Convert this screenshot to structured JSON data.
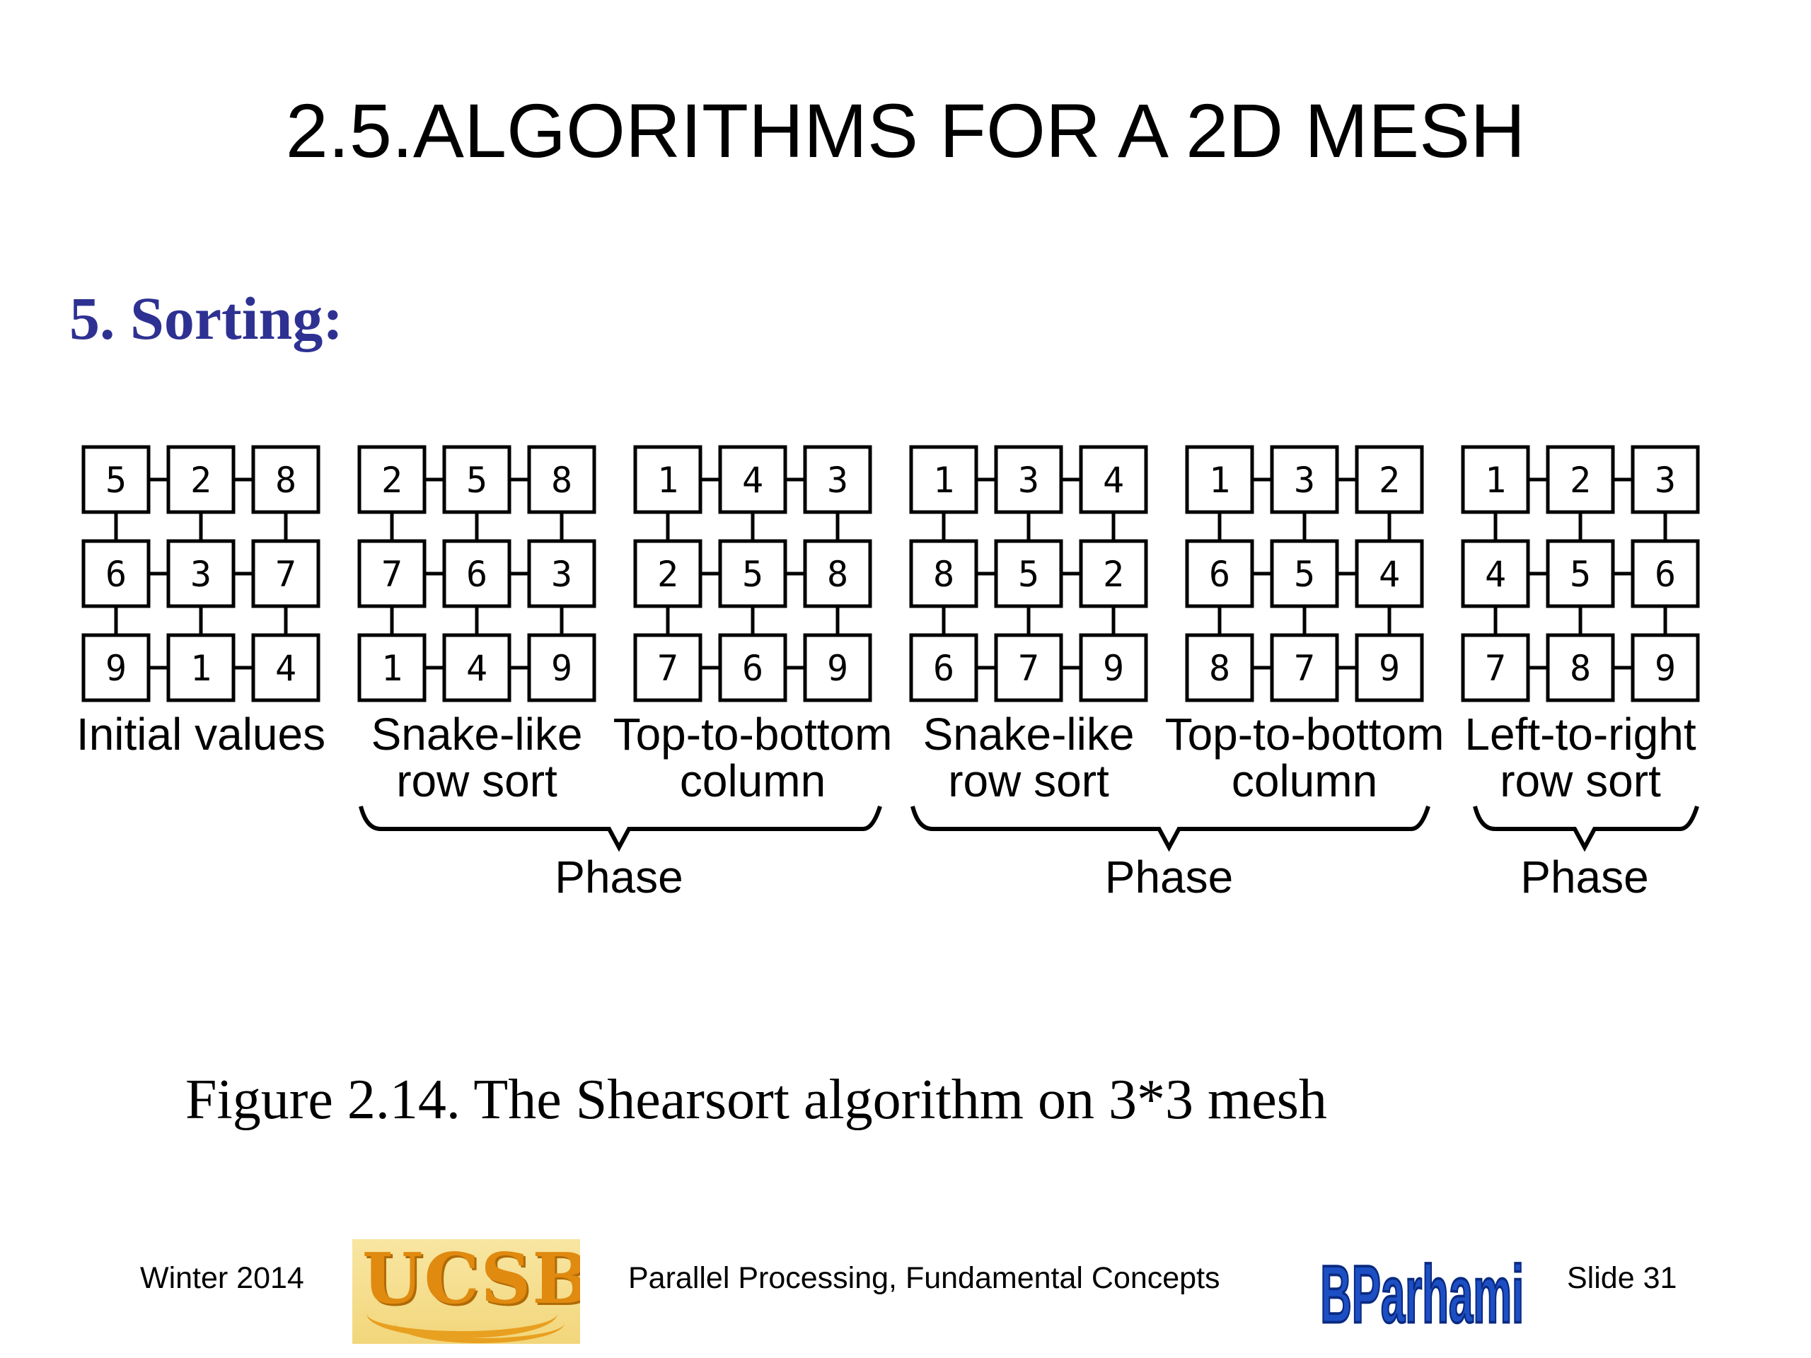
{
  "slide": {
    "title": "2.5.ALGORITHMS FOR A 2D MESH",
    "section_heading": "5. Sorting:",
    "caption": "Figure 2.14. The Shearsort algorithm on 3*3 mesh"
  },
  "figure": {
    "grids": [
      {
        "label_lines": [
          "Initial values"
        ],
        "values": [
          [
            5,
            2,
            8
          ],
          [
            6,
            3,
            7
          ],
          [
            9,
            1,
            4
          ]
        ]
      },
      {
        "label_lines": [
          "Snake-like",
          "row sort"
        ],
        "values": [
          [
            2,
            5,
            8
          ],
          [
            7,
            6,
            3
          ],
          [
            1,
            4,
            9
          ]
        ]
      },
      {
        "label_lines": [
          "Top-to-bottom",
          "column"
        ],
        "values": [
          [
            1,
            4,
            3
          ],
          [
            2,
            5,
            8
          ],
          [
            7,
            6,
            9
          ]
        ]
      },
      {
        "label_lines": [
          "Snake-like",
          "row sort"
        ],
        "values": [
          [
            1,
            3,
            4
          ],
          [
            8,
            5,
            2
          ],
          [
            6,
            7,
            9
          ]
        ]
      },
      {
        "label_lines": [
          "Top-to-bottom",
          "column"
        ],
        "values": [
          [
            1,
            3,
            2
          ],
          [
            6,
            5,
            4
          ],
          [
            8,
            7,
            9
          ]
        ]
      },
      {
        "label_lines": [
          "Left-to-right",
          "row sort"
        ],
        "values": [
          [
            1,
            2,
            3
          ],
          [
            4,
            5,
            6
          ],
          [
            7,
            8,
            9
          ]
        ]
      }
    ],
    "phases": [
      {
        "label": "Phase"
      },
      {
        "label": "Phase"
      },
      {
        "label": "Phase"
      }
    ]
  },
  "footer": {
    "term": "Winter 2014",
    "course": "Parallel Processing, Fundamental Concepts",
    "slide_number": "Slide 31",
    "logo_left_text": "UCSB",
    "logo_right_text": "BParhami"
  },
  "colors": {
    "heading_blue": "#2e3192",
    "bp_logo_blue": "#1d4fc4"
  }
}
